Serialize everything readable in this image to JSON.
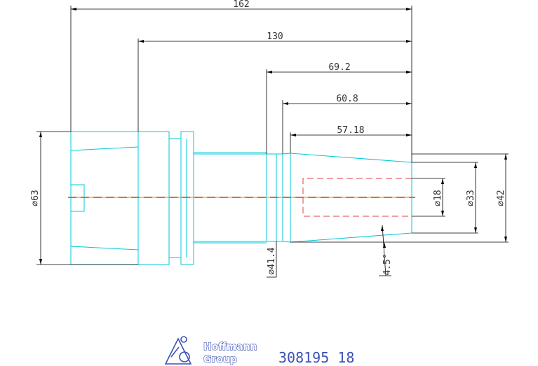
{
  "drawing": {
    "dimensions": {
      "overall_length": "162",
      "length_130": "130",
      "length_69_2": "69.2",
      "length_60_8": "60.8",
      "length_57_18": "57.18",
      "dia_63": "⌀63",
      "dia_41_4": "⌀41.4",
      "dia_18": "⌀18",
      "dia_33": "⌀33",
      "dia_42": "⌀42",
      "taper_angle": "4.5°"
    },
    "colors": {
      "outline": "#00c8d8",
      "dimension": "#000000",
      "hidden": "#e04040",
      "centerline": "#e0c000",
      "brand": "#3a50b5"
    }
  },
  "title_block": {
    "brand_line1": "Hoffmann",
    "brand_line2": "Group",
    "part_number": "308195 18"
  }
}
